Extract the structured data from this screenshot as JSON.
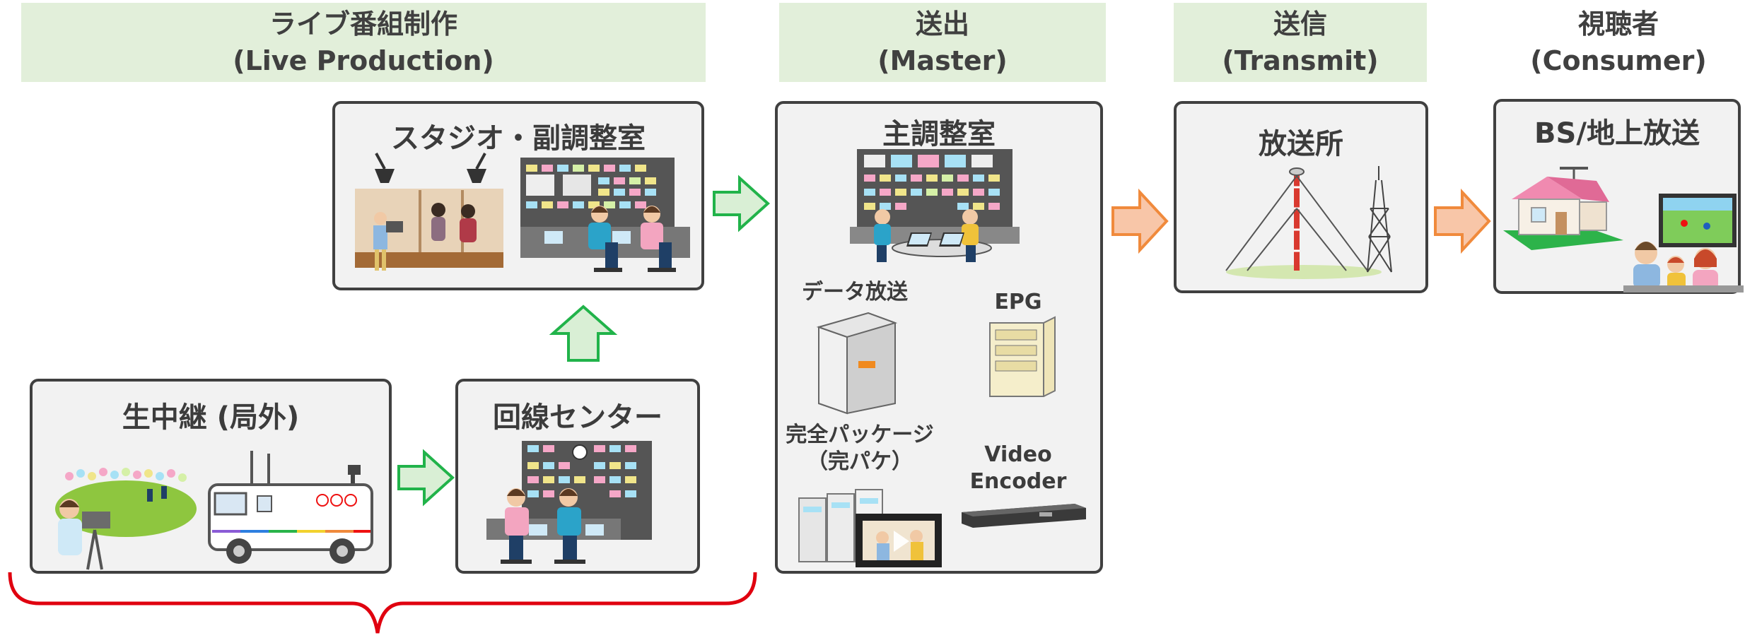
{
  "headers": {
    "live": {
      "line1": "ライブ番組制作",
      "line2": "(Live Production)"
    },
    "master": {
      "line1": "送出",
      "line2": "(Master)"
    },
    "transmit": {
      "line1": "送信",
      "line2": "(Transmit)"
    },
    "consumer": {
      "line1": "視聴者",
      "line2": "(Consumer)"
    }
  },
  "boxes": {
    "studio": {
      "title": "スタジオ・副調整室"
    },
    "remote": {
      "title": "生中継 (局外)"
    },
    "line_center": {
      "title": "回線センター"
    },
    "master_control": {
      "title": "主調整室",
      "data_broadcast": "データ放送",
      "epg": "EPG",
      "package_line1": "完全パッケージ",
      "package_line2": "（完パケ）",
      "encoder_line1": "Video",
      "encoder_line2": "Encoder"
    },
    "station": {
      "title": "放送所"
    },
    "consumer": {
      "title": "BS/地上放送"
    }
  },
  "colors": {
    "header_bg": "#e2efda",
    "box_bg": "#f2f2f2",
    "box_border": "#404040",
    "green_arrow_fill": "#d9efd5",
    "green_arrow_stroke": "#21b34a",
    "orange_arrow_fill": "#f8c6a8",
    "orange_arrow_stroke": "#f08a3c",
    "brace": "#e0000f"
  },
  "icons": {
    "studio": [
      "studio-set-icon",
      "sub-control-room-icon"
    ],
    "remote": [
      "camera-operator-icon",
      "ob-van-icon"
    ],
    "line_center": [
      "operators-console-icon"
    ],
    "master_control": [
      "master-control-room-icon",
      "server-rack-icon",
      "epg-server-icon",
      "storage-video-icon",
      "encoder-device-icon"
    ],
    "station": [
      "transmission-tower-icon"
    ],
    "consumer": [
      "house-icon",
      "family-tv-icon"
    ]
  }
}
